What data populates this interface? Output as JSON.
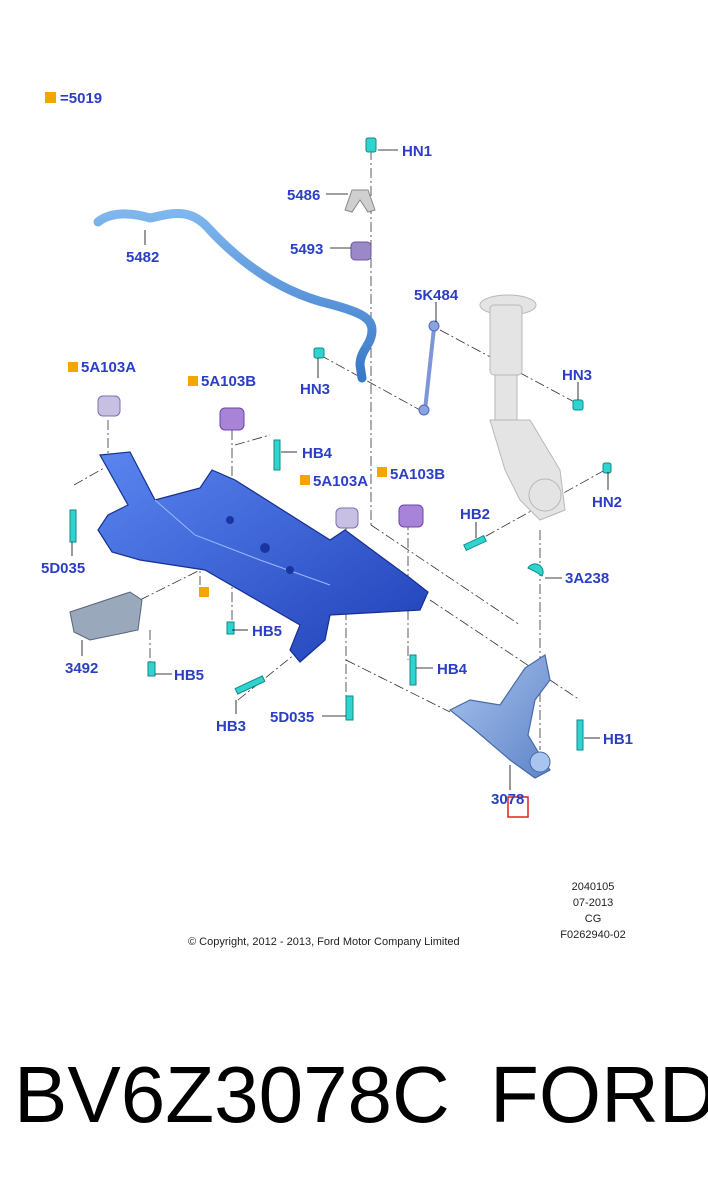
{
  "legend": {
    "marker_color": "#f5a500",
    "text": "=5019"
  },
  "colors": {
    "label": "#2b3fc4",
    "frame": "#2f5fe0",
    "bolt": "#2fd4d0",
    "bushing": "#9a70c8",
    "ghost": "#d6d6d6",
    "highlight": "#e02020"
  },
  "callouts": {
    "hn1": "HN1",
    "p5486": "5486",
    "p5482": "5482",
    "p5493": "5493",
    "p5k484": "5K484",
    "hn3_left": "HN3",
    "hn3_right": "HN3",
    "p5a103a_1": "5A103A",
    "p5a103b_1": "5A103B",
    "hb4_1": "HB4",
    "p5a103a_2": "5A103A",
    "p5a103b_2": "5A103B",
    "hb2": "HB2",
    "hn2": "HN2",
    "p5d035_1": "5D035",
    "p3a238": "3A238",
    "hb5_1": "HB5",
    "p3492": "3492",
    "hb5_2": "HB5",
    "hb4_2": "HB4",
    "hb3": "HB3",
    "p5d035_2": "5D035",
    "hb1": "HB1",
    "p3078": "3078"
  },
  "meta": {
    "line1": "2040105",
    "line2": "07-2013",
    "line3": "CG",
    "line4": "F0262940-02"
  },
  "copyright": "© Copyright, 2012 - 2013, Ford Motor Company Limited",
  "footer": {
    "part_number": "BV6Z3078C",
    "brand": "FORD"
  }
}
